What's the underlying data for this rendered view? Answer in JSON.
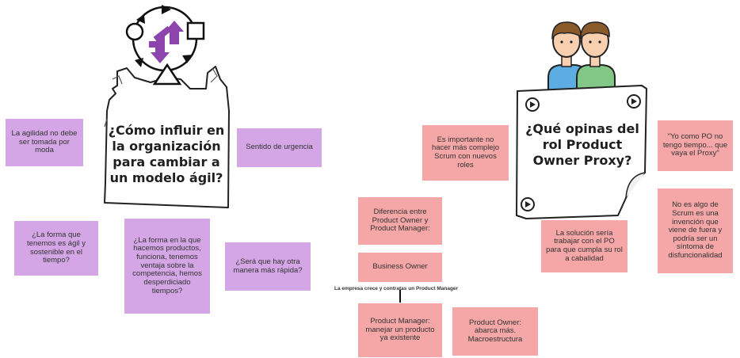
{
  "left_board": {
    "title": "¿Cómo influir en\nla organización\npara cambiar a\nun modelo ágil?",
    "notes": [
      "La agilidad no debe ser tomada por moda",
      "Sentido de urgencia",
      "¿La forma que tenemos es ágil y sostenible en el tiempo?",
      "¿La forma en la que hacemos productos, funciona, tenemos ventaja sobre la competencia, hemos desperdiciado tiempos?",
      "¿Será que hay otra manera más rápida?"
    ]
  },
  "right_board": {
    "title": "¿Qué opinas del\nrol Product\nOwner Proxy?",
    "notes": [
      "Es importante no hacer más complejo Scrum con nuevos roles",
      "\"Yo como PO no tengo tiempo... que vaya el Proxy\"",
      "No es algo de Scrum es una invención que viene de fuera y podría ser un síntoma de disfuncionalidad",
      "La solución sería trabajar con el PO para que cumpla su rol a cabalidad",
      "Diferencia entre Product Owner y Product Manager:",
      "Business Owner",
      "Product Manager: manejar un producto ya existente",
      "Product Owner: abarca más. Macroestructura"
    ],
    "connector_label": "La empresa crece y contratas un Product Manager"
  },
  "colors": {
    "purple_note": "#d4a6e6",
    "pink_note": "#f5a6a6",
    "cycle_arrows": "#8e44ad",
    "shirt_left": "#5dade2",
    "shirt_right": "#82c785",
    "hair": "#8b5a2b"
  },
  "icons": [
    "cycle-diagram-icon",
    "circle-icon",
    "square-icon",
    "triangle-icon",
    "exchange-arrows-icon",
    "two-people-icon",
    "play-icon"
  ]
}
